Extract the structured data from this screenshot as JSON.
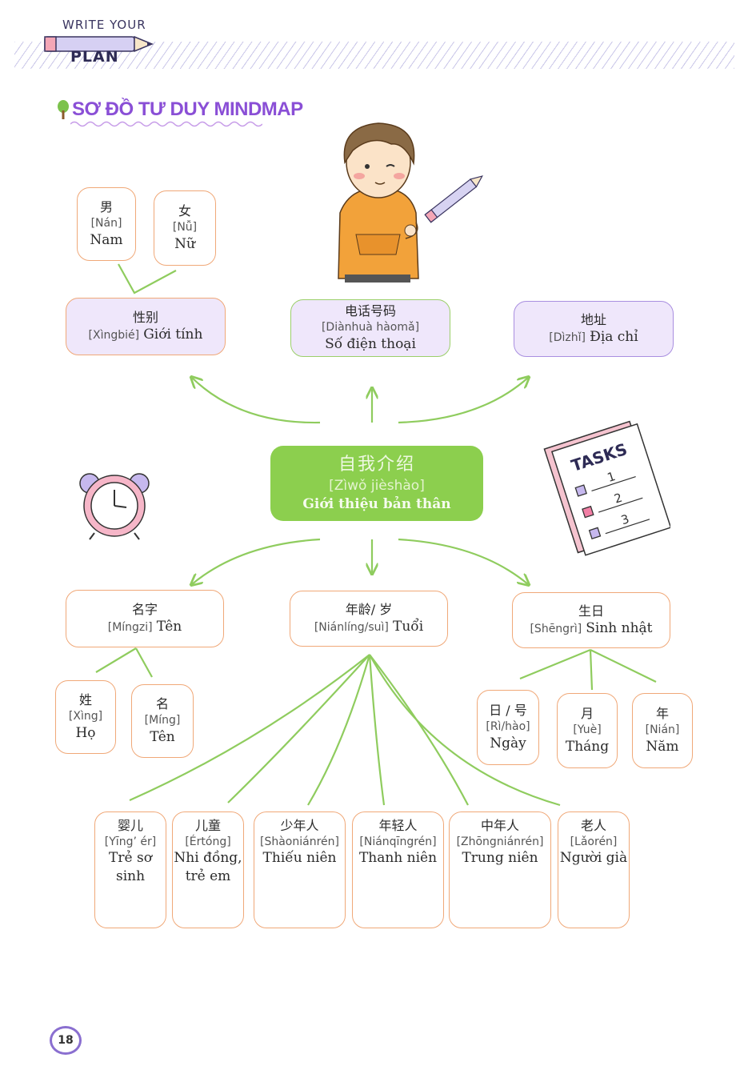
{
  "header": {
    "line1": "WRITE YOUR",
    "line2": "PLAN"
  },
  "section_title": "SƠ ĐỒ TƯ DUY MINDMAP",
  "center": {
    "han": "自我介绍",
    "pinyin": "[Zìwǒ jièshào]",
    "vi": "Giới thiệu bản thân"
  },
  "top": {
    "gender": {
      "han": "性别",
      "pinyin": "[Xìngbié]",
      "vi": "Giới tính"
    },
    "phone": {
      "han": "电话号码",
      "pinyin": "[Diànhuà hàomǎ]",
      "vi": "Số điện thoại"
    },
    "address": {
      "han": "地址",
      "pinyin": "[Dìzhǐ]",
      "vi": "Địa chỉ"
    },
    "male": {
      "han": "男",
      "pinyin": "[Nán]",
      "vi": "Nam"
    },
    "female": {
      "han": "女",
      "pinyin": "[Nǚ]",
      "vi": "Nữ"
    }
  },
  "bottom": {
    "name": {
      "han": "名字",
      "pinyin": "[Míngzi]",
      "vi": "Tên"
    },
    "age": {
      "han": "年龄/ 岁",
      "pinyin": "[Niánlíng/suì]",
      "vi": "Tuổi"
    },
    "birthday": {
      "han": "生日",
      "pinyin": "[Shēngrì]",
      "vi": "Sinh nhật"
    },
    "surname": {
      "han": "姓",
      "pinyin": "[Xìng]",
      "vi": "Họ"
    },
    "given": {
      "han": "名",
      "pinyin": "[Míng]",
      "vi": "Tên"
    },
    "day": {
      "han": "日 / 号",
      "pinyin": "[Rì/hào]",
      "vi": "Ngày"
    },
    "month": {
      "han": "月",
      "pinyin": "[Yuè]",
      "vi": "Tháng"
    },
    "year": {
      "han": "年",
      "pinyin": "[Nián]",
      "vi": "Năm"
    }
  },
  "ages": [
    {
      "han": "婴儿",
      "pinyin": "[Yīng’ ér]",
      "vi": "Trẻ sơ sinh"
    },
    {
      "han": "儿童",
      "pinyin": "[Értóng]",
      "vi": "Nhi đồng, trẻ em"
    },
    {
      "han": "少年人",
      "pinyin": "[Shàoniánrén]",
      "vi": "Thiếu niên"
    },
    {
      "han": "年轻人",
      "pinyin": "[Niánqīngrén]",
      "vi": "Thanh niên"
    },
    {
      "han": "中年人",
      "pinyin": "[Zhōngniánrén]",
      "vi": "Trung niên"
    },
    {
      "han": "老人",
      "pinyin": "[Lǎorén]",
      "vi": "Người già"
    }
  ],
  "tasks": {
    "title": "TASKS",
    "items": [
      "1",
      "2",
      "3"
    ]
  },
  "page_number": "18",
  "colors": {
    "accent_purple": "#8a4fd6",
    "orange_border": "#f0a878",
    "purple_fill": "#efe7fb",
    "center_green": "#8ccf4e",
    "connector_green": "#8fcc5e"
  }
}
